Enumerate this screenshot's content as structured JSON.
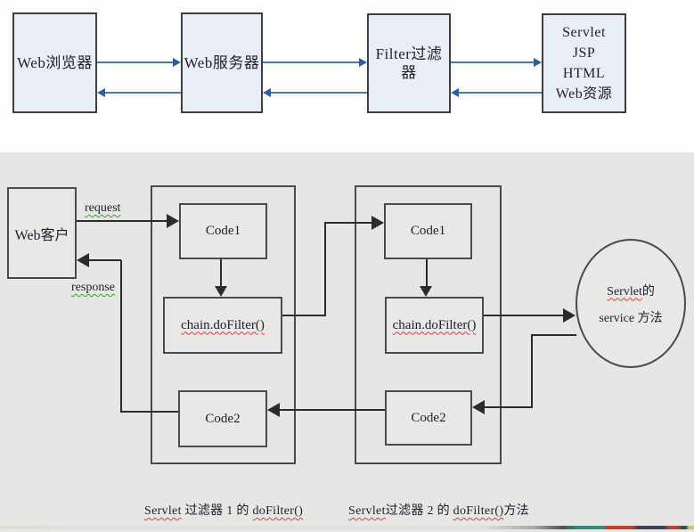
{
  "theme": {
    "panel_bg": "#e6e6e4",
    "box_fill_top": "#e9edf6",
    "box_border": "#3f3f3f",
    "arrow_blue": "#4a7aab",
    "arrow_blue_head": "#2d5f9e",
    "line_dark": "#2b2b2b",
    "wavy_red": "#e03a3a",
    "wavy_green": "#2fa52f",
    "text_dark": "#1f1f2e"
  },
  "top_flow": {
    "boxes": [
      {
        "label": "Web浏览器"
      },
      {
        "label": "Web服务器"
      },
      {
        "line1": "Filter过滤",
        "line2": "器"
      },
      {
        "lines": [
          "Servlet",
          "JSP",
          "HTML",
          "Web资源"
        ]
      }
    ]
  },
  "diagram": {
    "client": {
      "label": "Web客户"
    },
    "request_label": "request",
    "response_label": "response",
    "filter1": {
      "code1": "Code1",
      "chain": "chain.doFilter()",
      "code2": "Code2"
    },
    "filter2": {
      "code1": "Code1",
      "chain": "chain.doFilter()",
      "code2": "Code2"
    },
    "servlet_circle": {
      "line1_en": "Servlet",
      "line1_zh": "的",
      "line2": "service 方法"
    },
    "caption1": {
      "w1": "Servlet",
      "mid": " 过滤器 1 的 ",
      "w2": "doFilter()",
      "suffix": ""
    },
    "caption2": {
      "w1": "Servlet",
      "mid": "过滤器 2 的 ",
      "w2": "doFilter()",
      "suffix": "方法"
    }
  }
}
